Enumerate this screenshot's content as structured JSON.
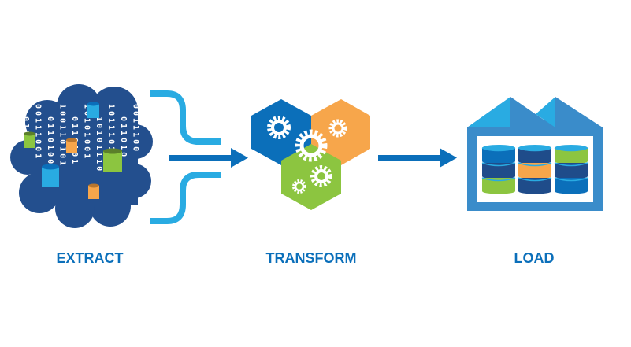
{
  "steps": [
    {
      "label": "EXTRACT",
      "icon": "data-cloud-icon"
    },
    {
      "label": "TRANSFORM",
      "icon": "gears-hexagon-icon"
    },
    {
      "label": "LOAD",
      "icon": "data-warehouse-icon"
    }
  ],
  "binary_columns": [
    "0110",
    "00111001",
    "0110100",
    "100110101",
    "0110101",
    "10101001",
    "10101110",
    "1011101",
    "011010",
    "0011100"
  ],
  "colors": {
    "dark_blue": "#234f8e",
    "mid_blue": "#0b6fba",
    "light_blue": "#29abe2",
    "orange": "#f7a64b",
    "green": "#8cc540",
    "navy": "#1f4c8a"
  }
}
